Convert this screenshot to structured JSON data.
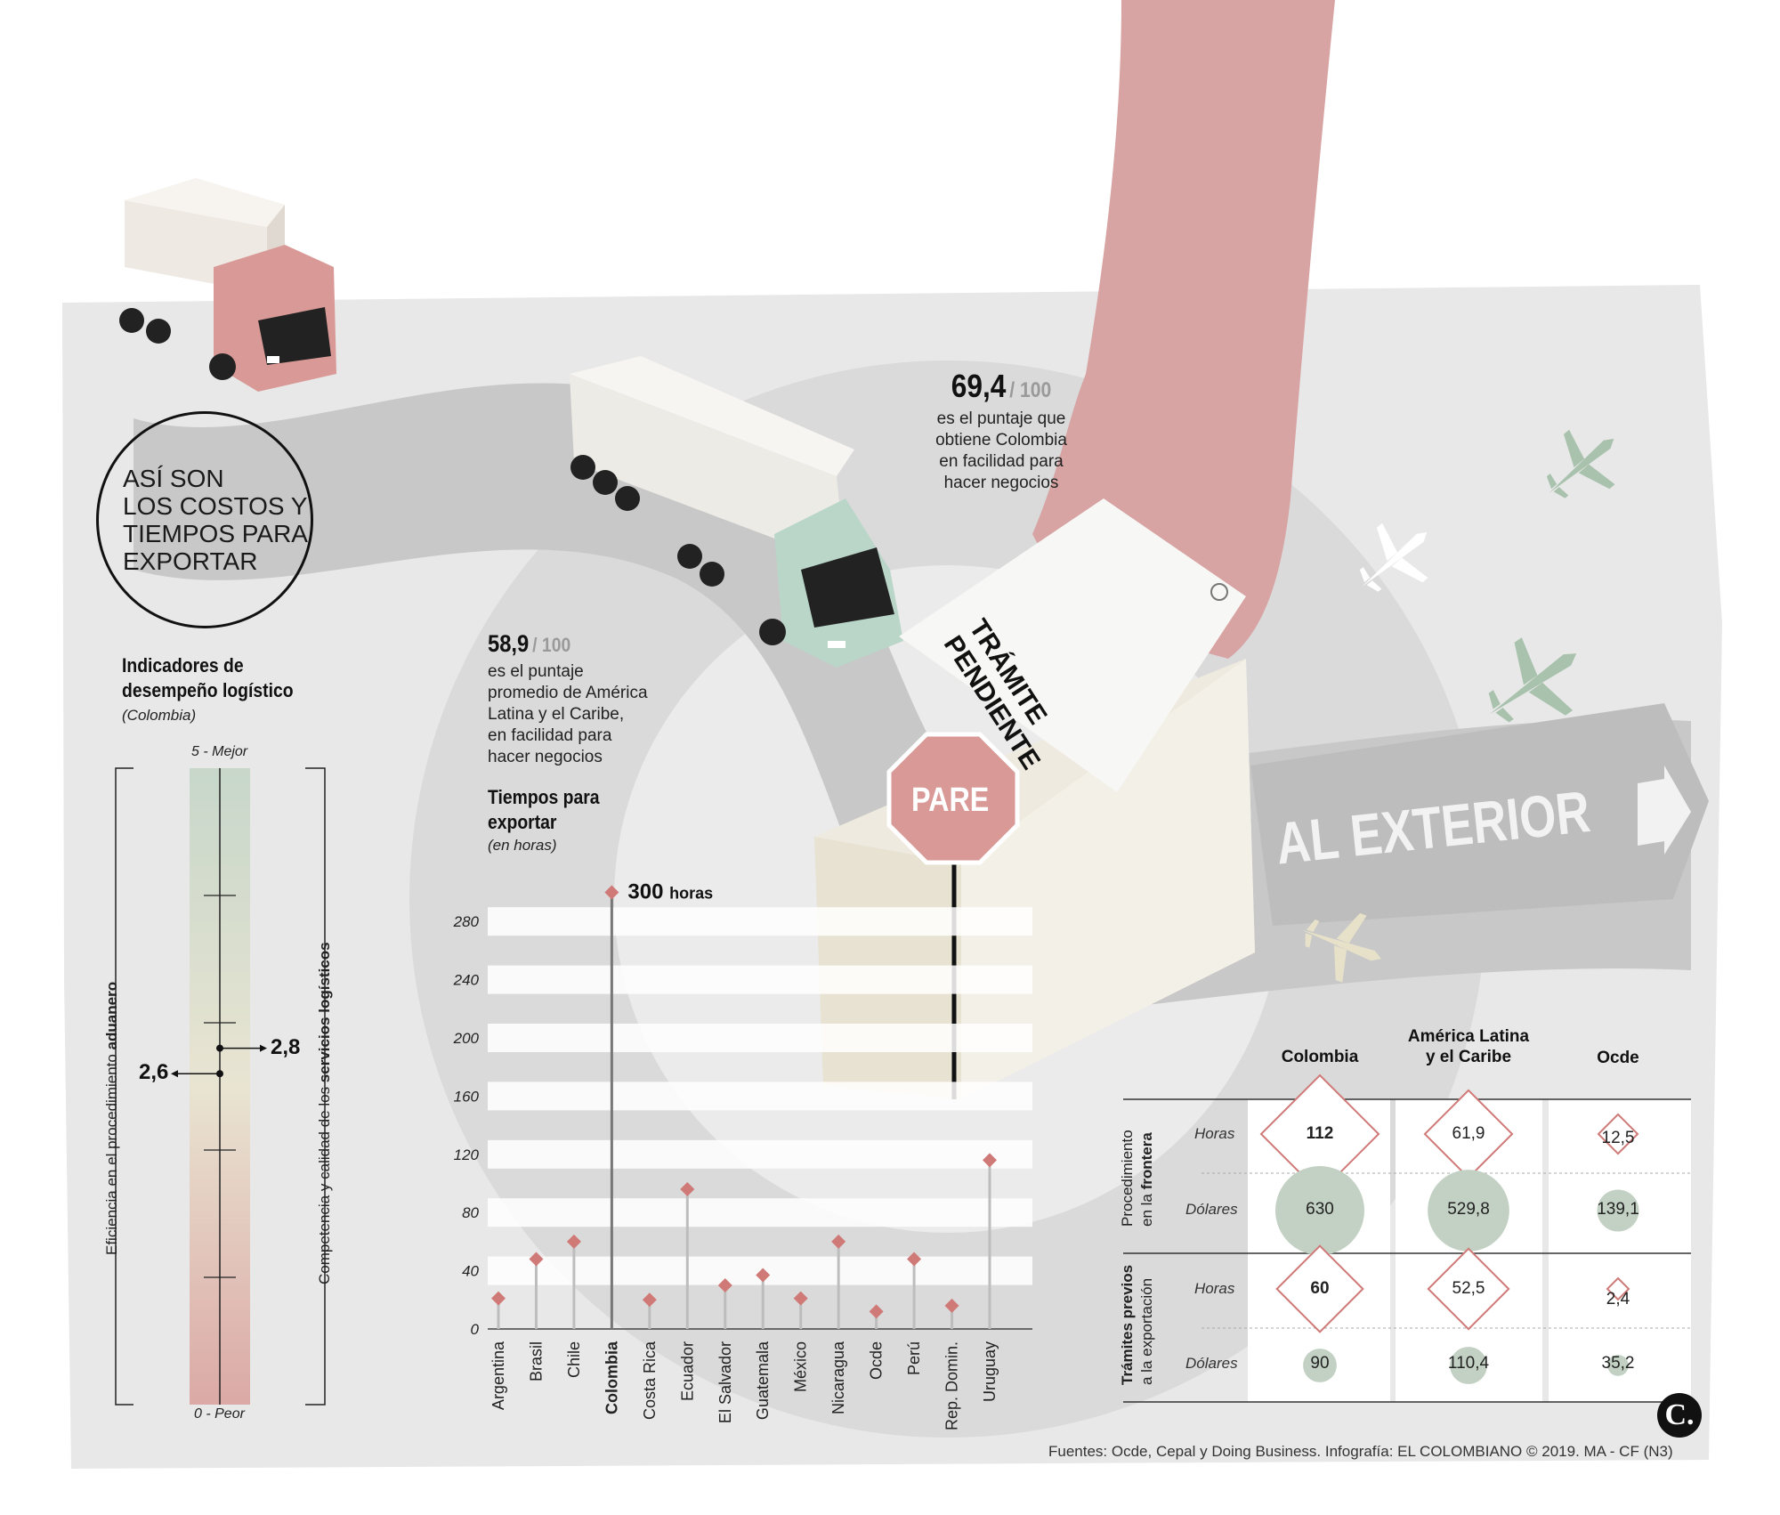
{
  "title": {
    "lines": [
      "ASÍ SON",
      "LOS COSTOS Y",
      "TIEMPOS PARA",
      "EXPORTAR"
    ]
  },
  "scores": {
    "colombia": {
      "value": "69,4",
      "max": "/ 100",
      "text": [
        "es el puntaje que",
        "obtiene Colombia",
        "en facilidad para",
        "hacer negocios"
      ]
    },
    "latam": {
      "value": "58,9",
      "max": "/ 100",
      "text": [
        "es el puntaje",
        "promedio de América",
        "Latina y el Caribe,",
        "en facilidad para",
        "hacer negocios"
      ]
    }
  },
  "illustration": {
    "tag_text": [
      "TRÁMITE",
      "PENDIENTE"
    ],
    "stop_sign": "PARE",
    "road_text": "AL EXTERIOR"
  },
  "indicators": {
    "title_lines": [
      "Indicadores de",
      "desempeño logístico"
    ],
    "subtitle": "(Colombia)",
    "scale_top": "5 - Mejor",
    "scale_bottom": "0 - Peor",
    "left_label": {
      "normal": "Eficiencia en el procedimiento ",
      "bold": "aduanero",
      "value": "2,6",
      "score": 2.6
    },
    "right_label": {
      "normal": "Competencia y calidad de los ",
      "bold": "servicios logísticos",
      "value": "2,8",
      "score": 2.8
    },
    "scale_min": 0,
    "scale_max": 5
  },
  "chart_data": {
    "type": "scatter",
    "title": "Tiempos para exportar",
    "subtitle": "(en horas)",
    "categories": [
      "Argentina",
      "Brasil",
      "Chile",
      "Colombia",
      "Costa Rica",
      "Ecuador",
      "El Salvador",
      "Guatemala",
      "México",
      "Nicaragua",
      "Ocde",
      "Perú",
      "Rep. Domin.",
      "Uruguay"
    ],
    "values": [
      21,
      48,
      60,
      300,
      20,
      96,
      30,
      37,
      21,
      60,
      12,
      48,
      16,
      116
    ],
    "highlight": "Colombia",
    "highlight_label": "300",
    "highlight_unit": "horas",
    "yticks": [
      0,
      40,
      80,
      120,
      160,
      200,
      240,
      280
    ],
    "ylim": [
      0,
      300
    ],
    "colors": {
      "marker": "#d07a78",
      "stem": "#bdbdbd",
      "highlight_stem": "#777777"
    }
  },
  "table": {
    "columns": [
      "Colombia",
      "América Latina y el Caribe",
      "Ocde"
    ],
    "column_lines": [
      [
        "Colombia"
      ],
      [
        "América Latina",
        "y el Caribe"
      ],
      [
        "Ocde"
      ]
    ],
    "groups": [
      {
        "label_normal": "Procedimiento",
        "label_line2_normal": "en la ",
        "label_line2_bold": "frontera",
        "rows": [
          {
            "label": "Horas",
            "values": [
              "112",
              "61,9",
              "12,5"
            ],
            "numbers": [
              112,
              61.9,
              12.5
            ],
            "shape": "diamond"
          },
          {
            "label": "Dólares",
            "values": [
              "630",
              "529,8",
              "139,1"
            ],
            "numbers": [
              630,
              529.8,
              139.1
            ],
            "shape": "circle"
          }
        ]
      },
      {
        "label_bold": "Trámites previos",
        "label_line2_normal": "a la exportación",
        "rows": [
          {
            "label": "Horas",
            "values": [
              "60",
              "52,5",
              "2,4"
            ],
            "numbers": [
              60,
              52.5,
              2.4
            ],
            "shape": "diamond"
          },
          {
            "label": "Dólares",
            "values": [
              "90",
              "110,4",
              "35,2"
            ],
            "numbers": [
              90,
              110.4,
              35.2
            ],
            "shape": "circle"
          }
        ]
      }
    ]
  },
  "source": "Fuentes: Ocde, Cepal y Doing Business. Infografía: EL COLOMBIANO © 2019. MA - CF (N3)",
  "logo": "C.",
  "colors": {
    "accent_red": "#d07a78",
    "green": "#a9c2ae",
    "mint_truck": "#b9d6c8",
    "gray_bg": "#e6e6e6",
    "hand": "#d8a3a3"
  }
}
